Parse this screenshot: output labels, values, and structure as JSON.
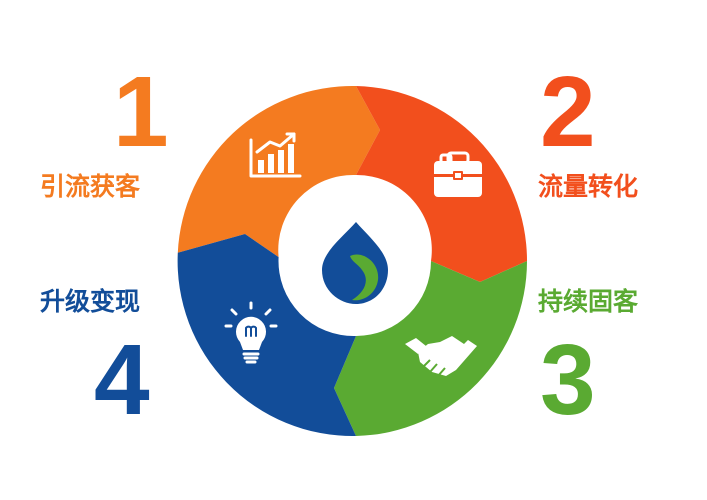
{
  "steps": [
    {
      "number": "1",
      "label": "引流获客",
      "color": "#f47b20",
      "icon": "chart-icon"
    },
    {
      "number": "2",
      "label": "流量转化",
      "color": "#f24f1d",
      "icon": "briefcase-icon"
    },
    {
      "number": "3",
      "label": "持续固客",
      "color": "#5aaa32",
      "icon": "handshake-icon"
    },
    {
      "number": "4",
      "label": "升级变现",
      "color": "#124d99",
      "icon": "lightbulb-icon"
    }
  ],
  "center_logo": {
    "icon": "water-drop-logo-icon",
    "colors": [
      "#124d99",
      "#5aaa32"
    ]
  },
  "background": "#ffffff"
}
